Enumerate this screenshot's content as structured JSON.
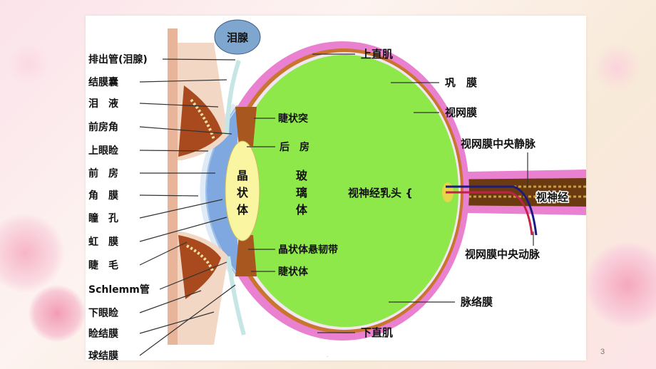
{
  "diagram": {
    "left_labels": [
      "排出管(泪腺)",
      "结膜囊",
      "泪　液",
      "前房角",
      "上眼睑",
      "前　房",
      "角　膜",
      "瞳　孔",
      "虹　膜",
      "睫　毛",
      "Schlemm管",
      "下眼睑",
      "睑结膜",
      "球结膜"
    ],
    "top_gland": "泪腺",
    "right_labels": {
      "superior_rectus": "上直肌",
      "sclera": "巩　膜",
      "retina": "视网膜",
      "central_vein": "视网膜中央静脉",
      "optic_nerve": "视神经",
      "central_artery": "视网膜中央动脉",
      "choroid": "脉络膜",
      "inferior_rectus": "下直肌"
    },
    "inner_labels": {
      "ciliary_process": "睫状突",
      "posterior_chamber": "后　房",
      "lens": "晶状体",
      "vitreous": "玻璃体",
      "optic_disc": "视神经乳头 {",
      "zonule": "晶状体悬韧带",
      "ciliary_body": "睫状体"
    },
    "colors": {
      "vitreous": "#8ee84a",
      "sclera": "#ea80d0",
      "retina": "#f3e6f3",
      "lens": "#faf5a0",
      "cornea": "#7fa8e0",
      "eyelid": "#a84a1e",
      "nerve": "#6b3a10",
      "vein": "#1a1a80",
      "artery": "#c0224a"
    }
  },
  "slide": {
    "page_number": "3",
    "footer_dot": "."
  }
}
